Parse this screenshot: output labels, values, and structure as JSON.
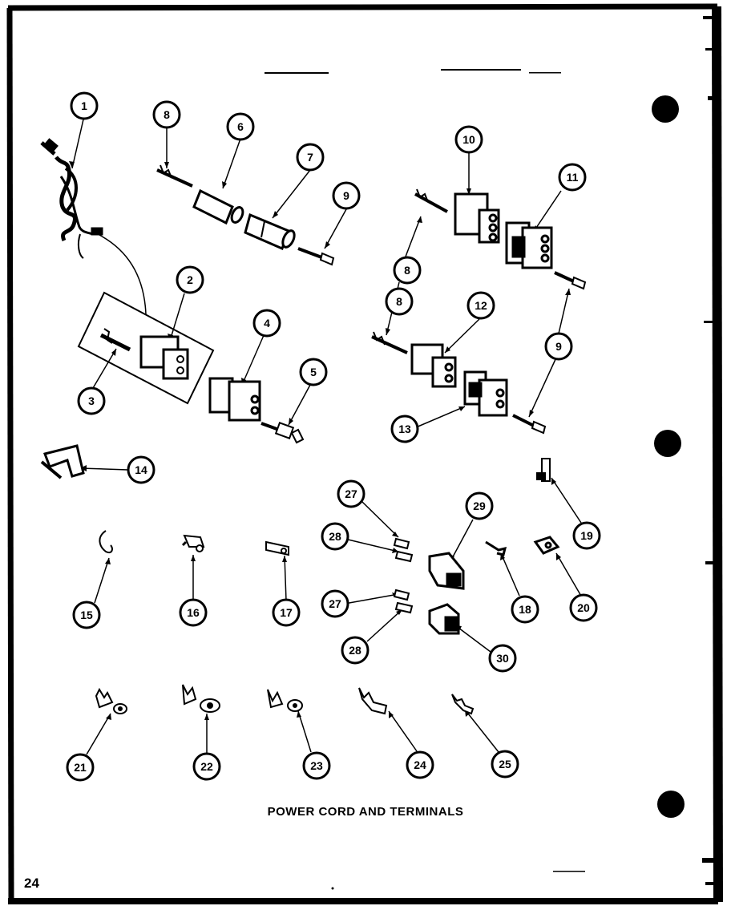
{
  "caption": "POWER CORD AND TERMINALS",
  "page_number": "24",
  "callouts": [
    "1",
    "2",
    "3",
    "4",
    "5",
    "6",
    "7",
    "8",
    "9",
    "10",
    "11",
    "12",
    "13",
    "14",
    "15",
    "16",
    "17",
    "18",
    "19",
    "20",
    "21",
    "22",
    "23",
    "24",
    "25",
    "27",
    "28",
    "29",
    "30"
  ]
}
